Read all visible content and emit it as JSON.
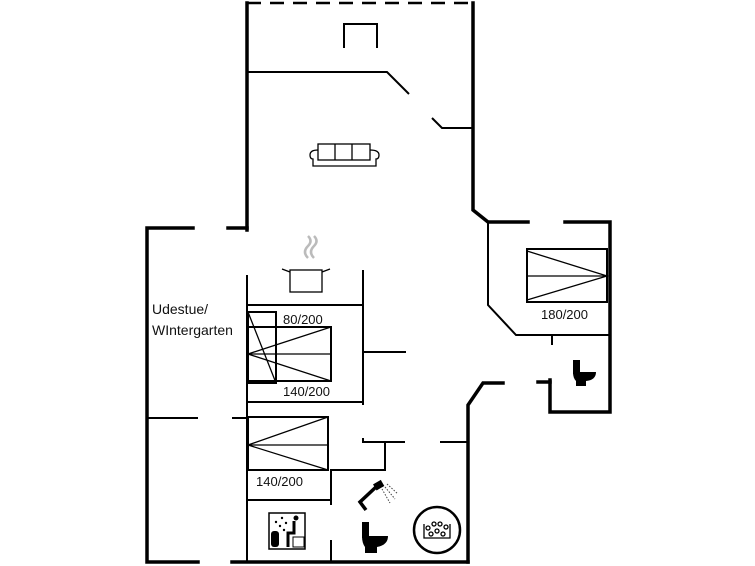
{
  "rooms": {
    "sunroom_label_line1": "Udestue/",
    "sunroom_label_line2": "WIntergarten"
  },
  "beds": [
    {
      "label": "80/200"
    },
    {
      "label": "140/200"
    },
    {
      "label": "140/200"
    },
    {
      "label": "180/200"
    }
  ],
  "icons": [
    "fireplace-icon",
    "sofa-icon",
    "cooking-pot-icon",
    "toilet-icon",
    "toilet-icon",
    "shower-icon",
    "sauna-icon",
    "jacuzzi-icon"
  ],
  "colors": {
    "wall": "#000000",
    "steam": "#bbbbbb"
  }
}
